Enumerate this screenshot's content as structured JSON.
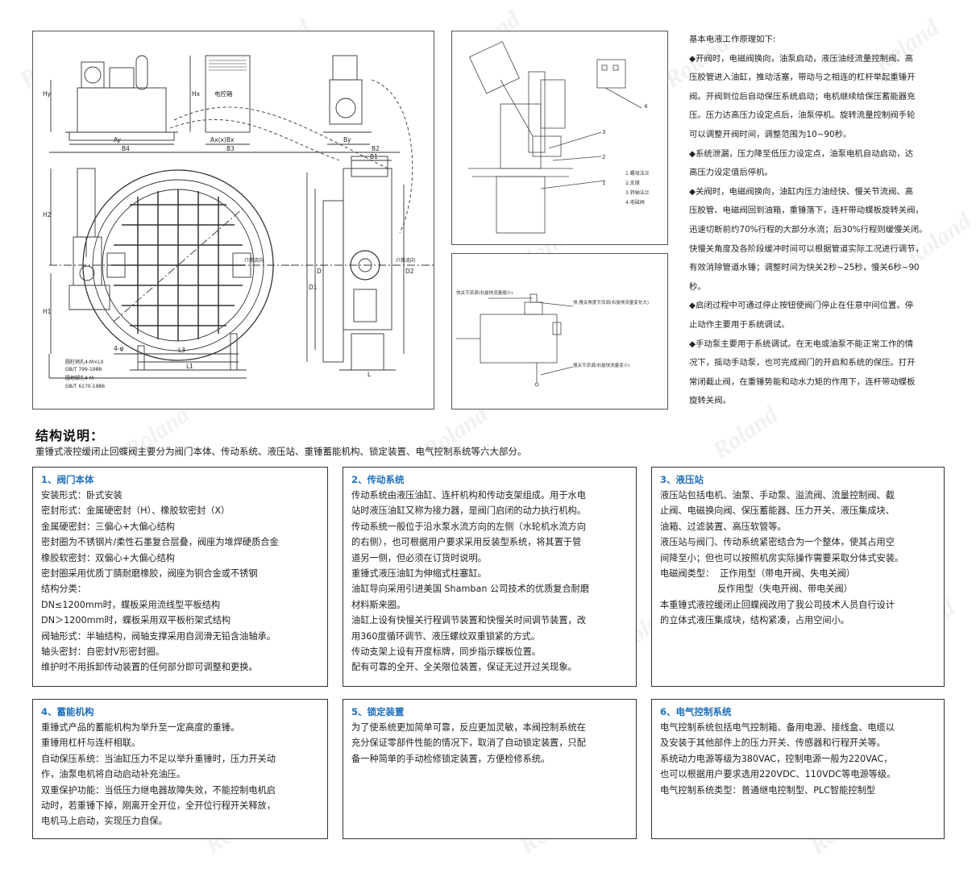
{
  "watermark_text": "Roland",
  "drawing_labels": {
    "Hy": "Hy",
    "Hx": "Hx",
    "Ay": "Ay",
    "AxB": "Ax(x)Bx",
    "By": "By",
    "B4": "B4",
    "B3": "B3",
    "B2": "B2",
    "B1": "B1",
    "H2": "H2",
    "H1": "H1",
    "D": "D",
    "D1": "D1",
    "D2": "D2",
    "L3": "L3",
    "L1": "L1",
    "L": "L",
    "n": "4-φ",
    "ctrl": "电控箱",
    "flow1": "介质流向",
    "flow2": "介质流向",
    "note1": "圆柱销孔4-M×L0",
    "note2": "GB/T 799-1988",
    "note3": "圆地脚孔4-M",
    "note4": "GB/T 6170-1986",
    "legend": [
      "1.螺母法兰",
      "2.支撑",
      "3.转轴法兰",
      "4.电磁阀"
    ],
    "num1": "1",
    "num2": "2",
    "num3": "3",
    "num4": "4",
    "adj_fast": "快关节流调(右旋快流量缩小)",
    "adj_angle": "快,慢关角度节流调(右旋快流量变化大)",
    "adj_slow": "慢关节流调(右旋快流量变小)"
  },
  "principle": {
    "title": "基本电液工作原理如下:",
    "lines": [
      "◆开阀时，电磁阀换向，油泵启动，液压油经流量控制阀、高",
      "压胶管进入油缸，推动活塞，带动与之相连的杠杆举起重锤开",
      "阀。开阀到位后自动保压系统启动；电机继续给保压蓄能器充",
      "压。压力达高压力设定点后，油泵停机。旋转流量控制阀手轮",
      "可以调整开阀时间，调整范围为10~90秒。",
      "◆系统泄漏，压力降至低压力设定点，油泵电机自动启动，达",
      "高压力设定值后停机。",
      "◆关阀时，电磁阀换向，油缸内压力油经快、慢关节流阀、高",
      "压胶管、电磁阀回到油箱，重锤落下，连杆带动蝶板旋转关阀，",
      "迅速切断前约70%行程的大部分水流；后30%行程则缓慢关闭。",
      "快慢关角度及各阶段缓冲时间可以根据管道实际工况进行调节，",
      "有效消除管道水锤；调整时间为快关2秒~25秒，慢关6秒~90",
      "秒。",
      "◆启闭过程中可通过停止按钮使阀门停止在任意中间位置。停",
      "止动作主要用于系统调试。",
      "◆手动泵主要用于系统调试。在无电或油泵不能正常工作的情",
      "况下，摇动手动泵，也可完成阀门的开启和系统的保压。打开",
      "常闭截止阀，在重锤势能和动水力矩的作用下，连杆带动蝶板",
      "旋转关阀。"
    ]
  },
  "structure": {
    "title": "结构说明：",
    "intro": "重锤式液控缓闭止回蝶阀主要分为阀门本体、传动系统、液压站、重锤蓄能机构、锁定装置、电气控制系统等六大部分。"
  },
  "boxes": [
    {
      "title": "1、阀门本体",
      "lines": [
        "安装形式：卧式安装",
        "密封形式：金属硬密封（H）、橡胶软密封（X）",
        "金属硬密封：三偏心+大偏心结构",
        "密封圈为不锈钢片/柔性石墨复合层叠，阀座为堆焊硬质合金",
        "橡胶软密封：双偏心+大偏心结构",
        "密封圈采用优质丁腈耐磨橡胶，阀座为铜合金或不锈钢",
        "结构分类：",
        "DN≤1200mm时，蝶板采用流线型平板结构",
        "DN＞1200mm时，蝶板采用双平板桁架式结构",
        "阀轴形式：半轴结构，阀轴支撑采用自润滑无铅含油轴承。",
        "轴头密封：自密封V形密封圈。",
        "维护时不用拆卸传动装置的任何部分即可调整和更换。"
      ]
    },
    {
      "title": "2、传动系统",
      "lines": [
        "传动系统由液压油缸、连杆机构和传动支架组成。用于水电",
        "站时液压油缸又称为接力器，是阀门启闭的动力执行机构。",
        "传动系统一般位于沿水泵水流方向的左侧（水轮机水流方向",
        "的右侧），也可根据用户要求采用反装型系统，将其置于管",
        "道另一侧，但必须在订货时说明。",
        "重锤式液压油缸为伸缩式柱塞缸。",
        "油缸导向采用引进美国 Shamban 公司技术的优质复合耐磨",
        "材料斯来圈。",
        "油缸上设有快慢关行程调节装置和快慢关时间调节装置，改",
        "用360度循环调节、液压螺纹双重锁紧的方式。",
        "传动支架上设有开度标牌，同步指示蝶板位置。",
        "配有可靠的全开、全关限位装置，保证无过开过关现象。"
      ]
    },
    {
      "title": "3、液压站",
      "lines": [
        "液压站包括电机、油泵、手动泵、溢流阀、流量控制阀、截",
        "止阀、电磁换向阀、保压蓄能器、压力开关、液压集成块、",
        "油箱、过滤装置、高压软管等。",
        "液压站与阀门、传动系统紧密结合为一个整体，使其占用空",
        "间降至小；但也可以按照机房实际操作需要采取分体式安装。",
        "电磁阀类型：  正作用型（带电开阀、失电关阀）",
        "                    反作用型（失电开阀、带电关阀）",
        "本重锤式液控缓闭止回蝶阀改用了我公司技术人员自行设计",
        "的立体式液压集成块，结构紧凑，占用空间小。"
      ]
    },
    {
      "title": "4、蓄能机构",
      "lines": [
        "重锤式产品的蓄能机构为举升至一定高度的重锤。",
        "重锤用杠杆与连杆相联。",
        "自动保压系统：当油缸压力不足以举升重锤时，压力开关动",
        "作，油泵电机将自动启动补充油压。",
        "双重保护功能：当低压力继电器故障失效，不能控制电机启",
        "动时，若重锤下掉，刚离开全开位，全开位行程开关释放，",
        "电机马上启动，实现压力自保。"
      ]
    },
    {
      "title": "5、锁定装置",
      "lines": [
        "为了使系统更加简单可靠，反应更加灵敏，本阀控制系统在",
        "充分保证零部件性能的情况下，取消了自动锁定装置，只配",
        "备一种简单的手动检修锁定装置，方便检修系统。"
      ]
    },
    {
      "title": "6、电气控制系统",
      "lines": [
        "电气控制系统包括电气控制箱、备用电源、接线盒、电缆以",
        "及安装于其他部件上的压力开关、传感器和行程开关等。",
        "系统动力电源等级为380VAC，控制电源一般为220VAC，",
        "也可以根据用户要求选用220VDC、110VDC等电源等级。",
        "电气控制系统类型：普通继电控制型、PLC智能控制型"
      ]
    }
  ]
}
